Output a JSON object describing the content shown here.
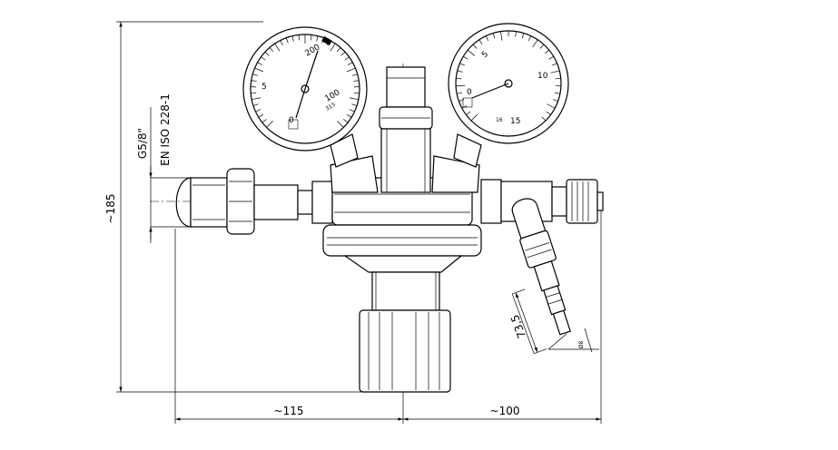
{
  "dimensions": {
    "height": "~185",
    "width_left": "~115",
    "width_right": "~100",
    "hose_length": "73,5",
    "hose_dia": "Ø8"
  },
  "thread": {
    "size": "G5/8\"",
    "standard": "EN ISO 228-1"
  },
  "gauge_left": {
    "labels": [
      "5",
      "200",
      "100",
      "0",
      "315"
    ]
  },
  "gauge_right": {
    "labels": [
      "5",
      "10",
      "15",
      "16",
      "0"
    ]
  }
}
